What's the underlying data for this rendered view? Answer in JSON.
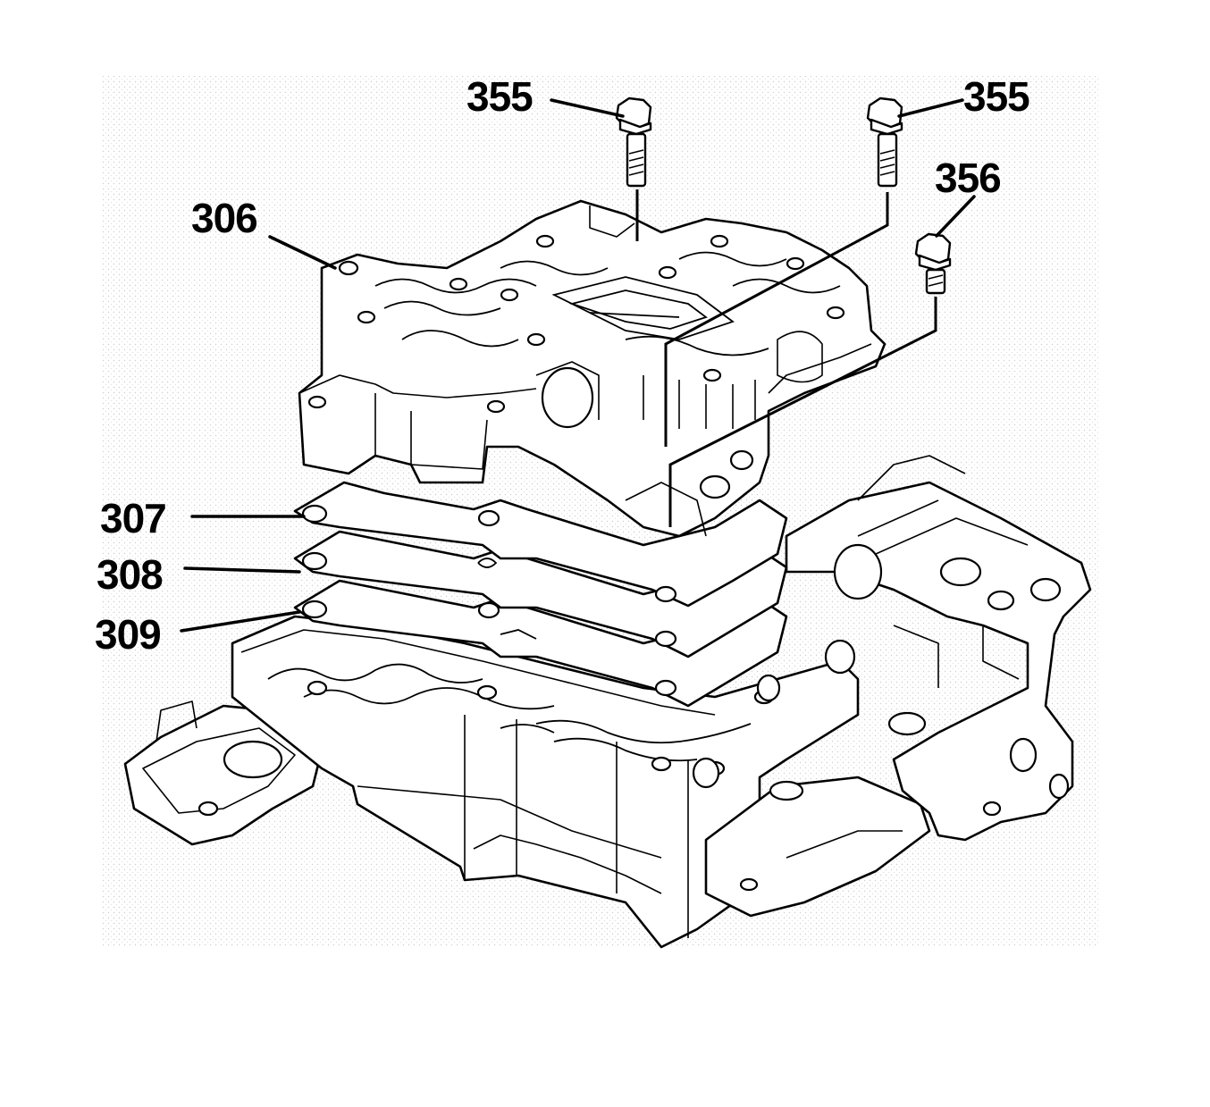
{
  "figure": {
    "callouts": [
      {
        "id": "bolt-355-left",
        "text": "355"
      },
      {
        "id": "bolt-355-right",
        "text": "355"
      },
      {
        "id": "bolt-356",
        "text": "356"
      },
      {
        "id": "part-306",
        "text": "306"
      },
      {
        "id": "part-307",
        "text": "307"
      },
      {
        "id": "part-308",
        "text": "308"
      },
      {
        "id": "part-309",
        "text": "309"
      }
    ]
  }
}
